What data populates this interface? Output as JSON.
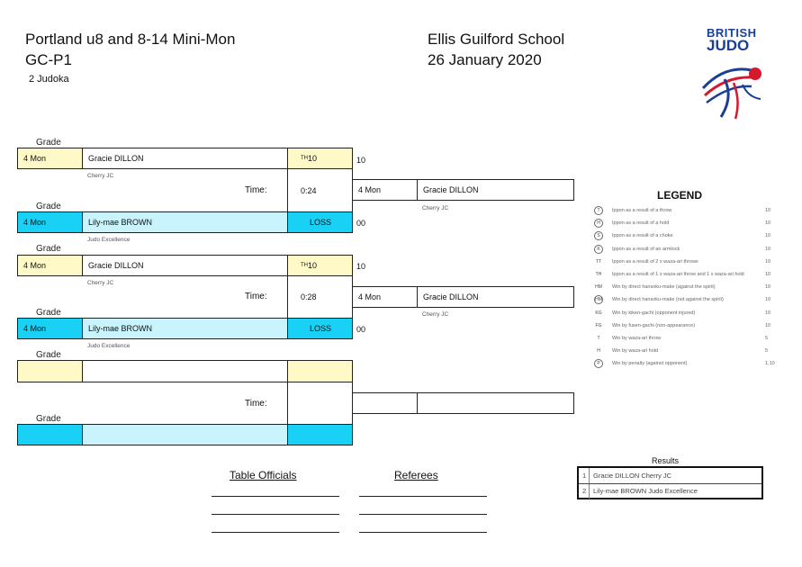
{
  "header": {
    "event": "Portland u8 and 8-14 Mini-Mon",
    "pool": "GC-P1",
    "count": "2 Judoka",
    "venue": "Ellis Guilford School",
    "date": "26 January 2020"
  },
  "logo": {
    "line1": "BRITISH",
    "line2": "JUDO"
  },
  "colors": {
    "brand_blue": "#1b3f94",
    "brand_red": "#d6182d",
    "blue_judoka": "#18d1f5",
    "white_judoka": "#fff9c8"
  },
  "grade_label": "Grade",
  "time_label": "Time:",
  "contests": [
    {
      "white": {
        "grade": "4 Mon",
        "name": "Gracie DILLON",
        "club": "Cherry JC",
        "score_code": "TH",
        "score": "10",
        "result": "10"
      },
      "blue": {
        "grade": "4 Mon",
        "name": "Lily-mae BROWN",
        "club": "Judo Excellence",
        "score": "LOSS",
        "result": "00"
      },
      "time": "0:24",
      "winner": {
        "grade": "4 Mon",
        "name": "Gracie DILLON",
        "club": "Cherry JC"
      }
    },
    {
      "white": {
        "grade": "4 Mon",
        "name": "Gracie DILLON",
        "club": "Cherry JC",
        "score_code": "TH",
        "score": "10",
        "result": "10"
      },
      "blue": {
        "grade": "4 Mon",
        "name": "Lily-mae BROWN",
        "club": "Judo Excellence",
        "score": "LOSS",
        "result": "00"
      },
      "time": "0:28",
      "winner": {
        "grade": "4 Mon",
        "name": "Gracie DILLON",
        "club": "Cherry JC"
      }
    }
  ],
  "legend": {
    "title": "LEGEND",
    "items": [
      {
        "icon": "T",
        "desc": "Ippon as a result of a throw",
        "pts": "10"
      },
      {
        "icon": "H",
        "desc": "Ippon as a result of a hold",
        "pts": "10"
      },
      {
        "icon": "S",
        "desc": "Ippon as a result of a choke",
        "pts": "10"
      },
      {
        "icon": "K",
        "desc": "Ippon as a result of an armlock",
        "pts": "10"
      },
      {
        "icon": "TT",
        "desc": "Ippon as a result of 2 x waza-ari throws",
        "pts": "10"
      },
      {
        "icon": "TH",
        "desc": "Ippon as a result of 1 x waza-ari throw and 1 x waza-ari hold",
        "pts": "10"
      },
      {
        "icon": "HM",
        "desc": "Win by direct hansoku-make (against the spirit)",
        "pts": "10"
      },
      {
        "icon": "HM",
        "desc": "Win by direct hansoku-make (not against the spirit)",
        "pts": "10"
      },
      {
        "icon": "KG",
        "desc": "Win by kiken-gachi (opponent injured)",
        "pts": "10"
      },
      {
        "icon": "FG",
        "desc": "Win by fusen-gachi (non-appearance)",
        "pts": "10"
      },
      {
        "icon": "T",
        "desc": "Win by waza-ari throw",
        "pts": "5"
      },
      {
        "icon": "H",
        "desc": "Win by waza-ari hold",
        "pts": "5"
      },
      {
        "icon": "P",
        "desc": "Win by penalty (against opponent)",
        "pts": "1,10"
      }
    ]
  },
  "officials": {
    "table": "Table Officials",
    "referees": "Referees"
  },
  "results": {
    "title": "Results",
    "rows": [
      {
        "pos": "1",
        "text": "Gracie DILLON Cherry JC"
      },
      {
        "pos": "2",
        "text": "Lily-mae BROWN Judo Excellence"
      }
    ]
  }
}
